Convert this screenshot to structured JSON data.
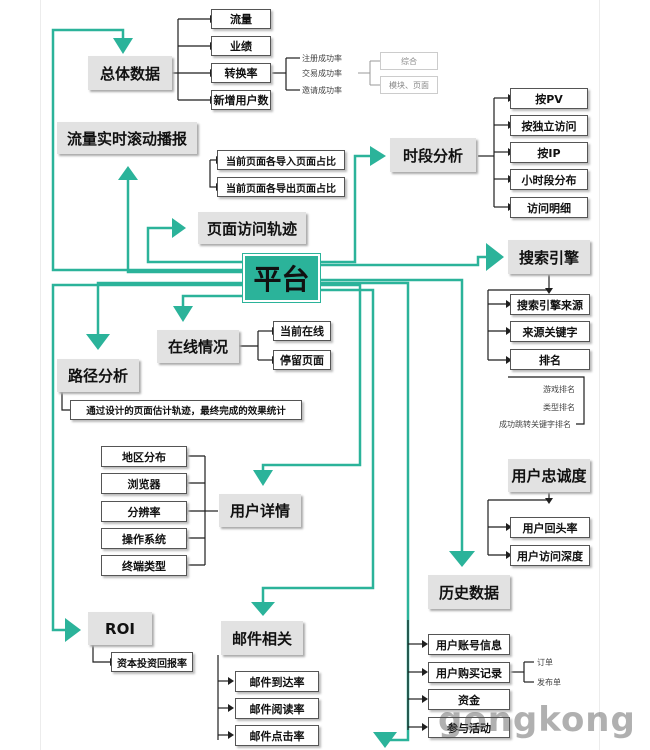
{
  "center": "平台",
  "overall": {
    "title": "总体数据",
    "items": [
      "流量",
      "业绩",
      "转换率",
      "新增用户数"
    ],
    "conversion": [
      "注册成功率",
      "交易成功率",
      "邀请成功率"
    ],
    "gray": [
      "综合",
      "模块、页面"
    ]
  },
  "realtime": {
    "title": "流量实时滚动播报",
    "items": [
      "当前页面各导入页面占比",
      "当前页面各导出页面占比"
    ]
  },
  "track": {
    "title": "页面访问轨迹"
  },
  "period": {
    "title": "时段分析",
    "items": [
      "按PV",
      "按独立访问",
      "按IP",
      "小时段分布",
      "访问明细"
    ]
  },
  "search": {
    "title": "搜索引擎",
    "items": [
      "搜索引擎来源",
      "来源关键字",
      "排名"
    ],
    "ranks": [
      "游戏排名",
      "类型排名",
      "成功跳转关键字排名"
    ]
  },
  "online": {
    "title": "在线情况",
    "items": [
      "当前在线",
      "停留页面"
    ]
  },
  "path": {
    "title": "路径分析",
    "note": "通过设计的页面估计轨迹，最终完成的效果统计"
  },
  "user": {
    "title": "用户详情",
    "items": [
      "地区分布",
      "浏览器",
      "分辨率",
      "操作系统",
      "终端类型"
    ]
  },
  "loyalty": {
    "title": "用户忠诚度",
    "items": [
      "用户回头率",
      "用户访问深度"
    ]
  },
  "history": {
    "title": "历史数据",
    "items": [
      "用户账号信息",
      "用户购买记录",
      "资金",
      "参与活动"
    ],
    "purchase": [
      "订单",
      "发布单"
    ]
  },
  "roi": {
    "title": "ROI",
    "items": [
      "资本投资回报率"
    ]
  },
  "mail": {
    "title": "邮件相关",
    "items": [
      "邮件到达率",
      "邮件阅读率",
      "邮件点击率"
    ]
  },
  "watermark": "gongkong",
  "colors": {
    "accent": "#2bb39a",
    "line": "#1f1f1f",
    "gray_box": "#e2e2e2"
  }
}
